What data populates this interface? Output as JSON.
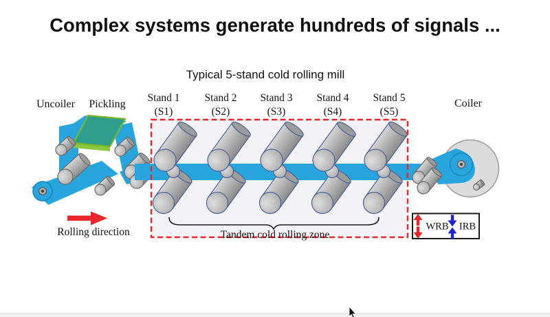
{
  "slide": {
    "title": "Complex systems generate hundreds of signals ...",
    "diagram_title": "Typical 5-stand cold rolling mill"
  },
  "diagram": {
    "uncoiler_label": "Uncoiler",
    "pickling_label": "Pickling",
    "coiler_label": "Coiler",
    "stands": [
      {
        "label": "Stand 1",
        "sub": "(S1)"
      },
      {
        "label": "Stand 2",
        "sub": "(S2)"
      },
      {
        "label": "Stand 3",
        "sub": "(S3)"
      },
      {
        "label": "Stand 4",
        "sub": "(S4)"
      },
      {
        "label": "Stand 5",
        "sub": "(S5)"
      }
    ],
    "zone_label": "Tandem cold rolling zone",
    "rolling_direction_label": "Rolling direction",
    "legend": {
      "wrb": "WRB",
      "irb": "IRB"
    }
  },
  "colors": {
    "strip_blue": "#29A5DE",
    "accent_red": "#E8262C",
    "legend_blue": "#2120DF",
    "zone_panel": "#F2F2F7",
    "tank_teal": "#2F9E8D",
    "tank_green": "#76B82A",
    "roll_outline": "#4A6496"
  }
}
